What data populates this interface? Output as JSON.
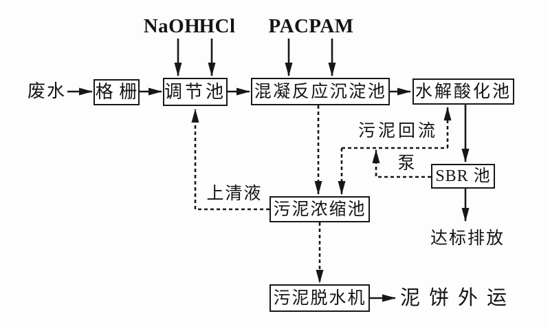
{
  "diagram": {
    "type": "process-flow-diagram",
    "language": "zh",
    "nodes": {
      "grid": "格 栅",
      "regulating_tank": "调节池",
      "coagulation_tank": "混凝反应沉淀池",
      "hydrolysis_tank": "水解酸化池",
      "sbr_tank": "SBR 池",
      "sludge_thickener": "污泥浓缩池",
      "sludge_dewaterer": "污泥脱水机"
    },
    "labels": {
      "wastewater": "废水",
      "naoh": "NaOH",
      "hcl": "HCl",
      "pac": "PAC",
      "pam": "PAM",
      "sludge_return": "污泥回流",
      "pump": "泵",
      "supernatant": "上清液",
      "discharge": "达标排放",
      "mud_cake": "泥饼外运"
    },
    "edges": [
      {
        "from": "wastewater",
        "to": "grid",
        "style": "solid"
      },
      {
        "from": "grid",
        "to": "regulating_tank",
        "style": "solid"
      },
      {
        "from": "naoh",
        "to": "regulating_tank",
        "style": "solid"
      },
      {
        "from": "hcl",
        "to": "regulating_tank",
        "style": "solid"
      },
      {
        "from": "regulating_tank",
        "to": "coagulation_tank",
        "style": "solid"
      },
      {
        "from": "pac",
        "to": "coagulation_tank",
        "style": "solid"
      },
      {
        "from": "pam",
        "to": "coagulation_tank",
        "style": "solid"
      },
      {
        "from": "coagulation_tank",
        "to": "hydrolysis_tank",
        "style": "solid"
      },
      {
        "from": "hydrolysis_tank",
        "to": "sbr_tank",
        "style": "solid"
      },
      {
        "from": "sbr_tank",
        "to": "discharge",
        "style": "solid"
      },
      {
        "from": "coagulation_tank",
        "to": "sludge_thickener",
        "style": "dashed"
      },
      {
        "from": "sbr_tank",
        "to": "sludge_return_line",
        "style": "dashed",
        "via_label": "pump"
      },
      {
        "from": "sludge_return_line",
        "to": "hydrolysis_tank",
        "style": "dashed",
        "via_label": "sludge_return"
      },
      {
        "from": "sludge_return_line",
        "to": "sludge_thickener",
        "style": "dashed"
      },
      {
        "from": "sludge_thickener",
        "to": "regulating_tank",
        "style": "dashed",
        "via_label": "supernatant"
      },
      {
        "from": "sludge_thickener",
        "to": "sludge_dewaterer",
        "style": "dashed"
      },
      {
        "from": "sludge_dewaterer",
        "to": "mud_cake",
        "style": "solid"
      }
    ],
    "colors": {
      "line": "#171717",
      "node_fill": "#ffffff",
      "background": "#fdfdfd",
      "text": "#141414"
    }
  }
}
